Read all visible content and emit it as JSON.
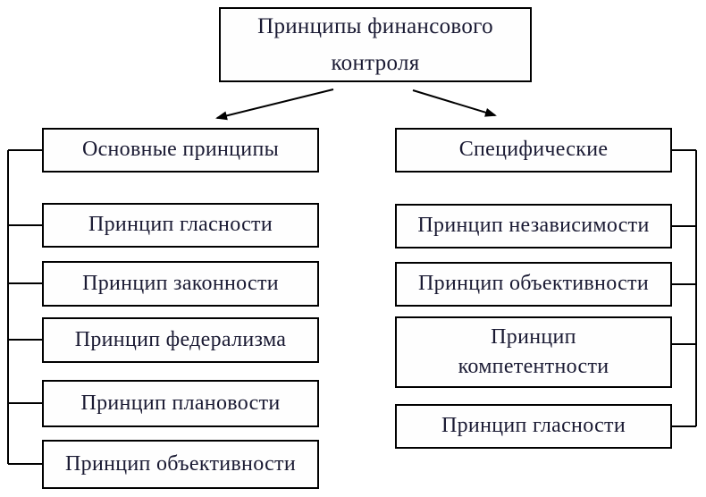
{
  "diagram": {
    "title": "Принципы финансового контроля",
    "groups": [
      {
        "header": "Основные принципы",
        "items": [
          "Принцип гласности",
          "Принцип законности",
          "Принцип федерализма",
          "Принцип плановости",
          "Принцип объективности"
        ]
      },
      {
        "header": "Специфические",
        "items": [
          "Принцип независимости",
          "Принцип объективности",
          "Принцип компетентности",
          "Принцип гласности"
        ]
      }
    ],
    "colors": {
      "text": "#1a1a33",
      "border": "#000000",
      "background": "#ffffff"
    }
  }
}
